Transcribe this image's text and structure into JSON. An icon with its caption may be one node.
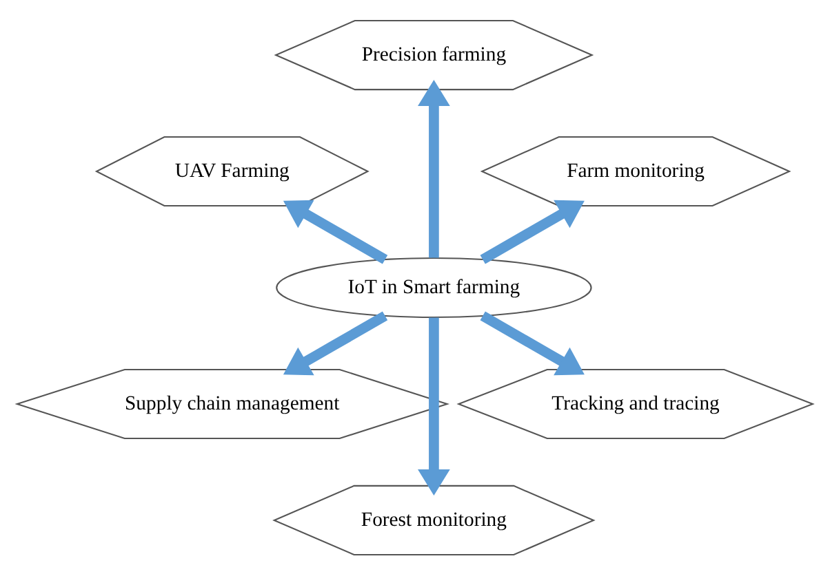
{
  "diagram": {
    "nodes": [
      {
        "text": [
          "IoT in Smart farming"
        ]
      },
      {
        "text": [
          "Farm monitoring"
        ]
      },
      {
        "text": [
          "Precision farming"
        ]
      },
      {
        "text": [
          "UAV Farming"
        ]
      },
      {
        "text": [
          "Supply chain management"
        ]
      },
      {
        "text": [
          "Forest monitoring"
        ]
      },
      {
        "text": [
          "Tracking and tracing"
        ]
      }
    ],
    "edges": [
      {
        "from": 0,
        "to": 1,
        "arrow": "to"
      },
      {
        "from": 0,
        "to": 2,
        "arrow": "to"
      },
      {
        "from": 0,
        "to": 3,
        "arrow": "to"
      },
      {
        "from": 0,
        "to": 4,
        "arrow": "to"
      },
      {
        "from": 0,
        "to": 5,
        "arrow": "to"
      },
      {
        "from": 0,
        "to": 6,
        "arrow": "to"
      }
    ]
  }
}
